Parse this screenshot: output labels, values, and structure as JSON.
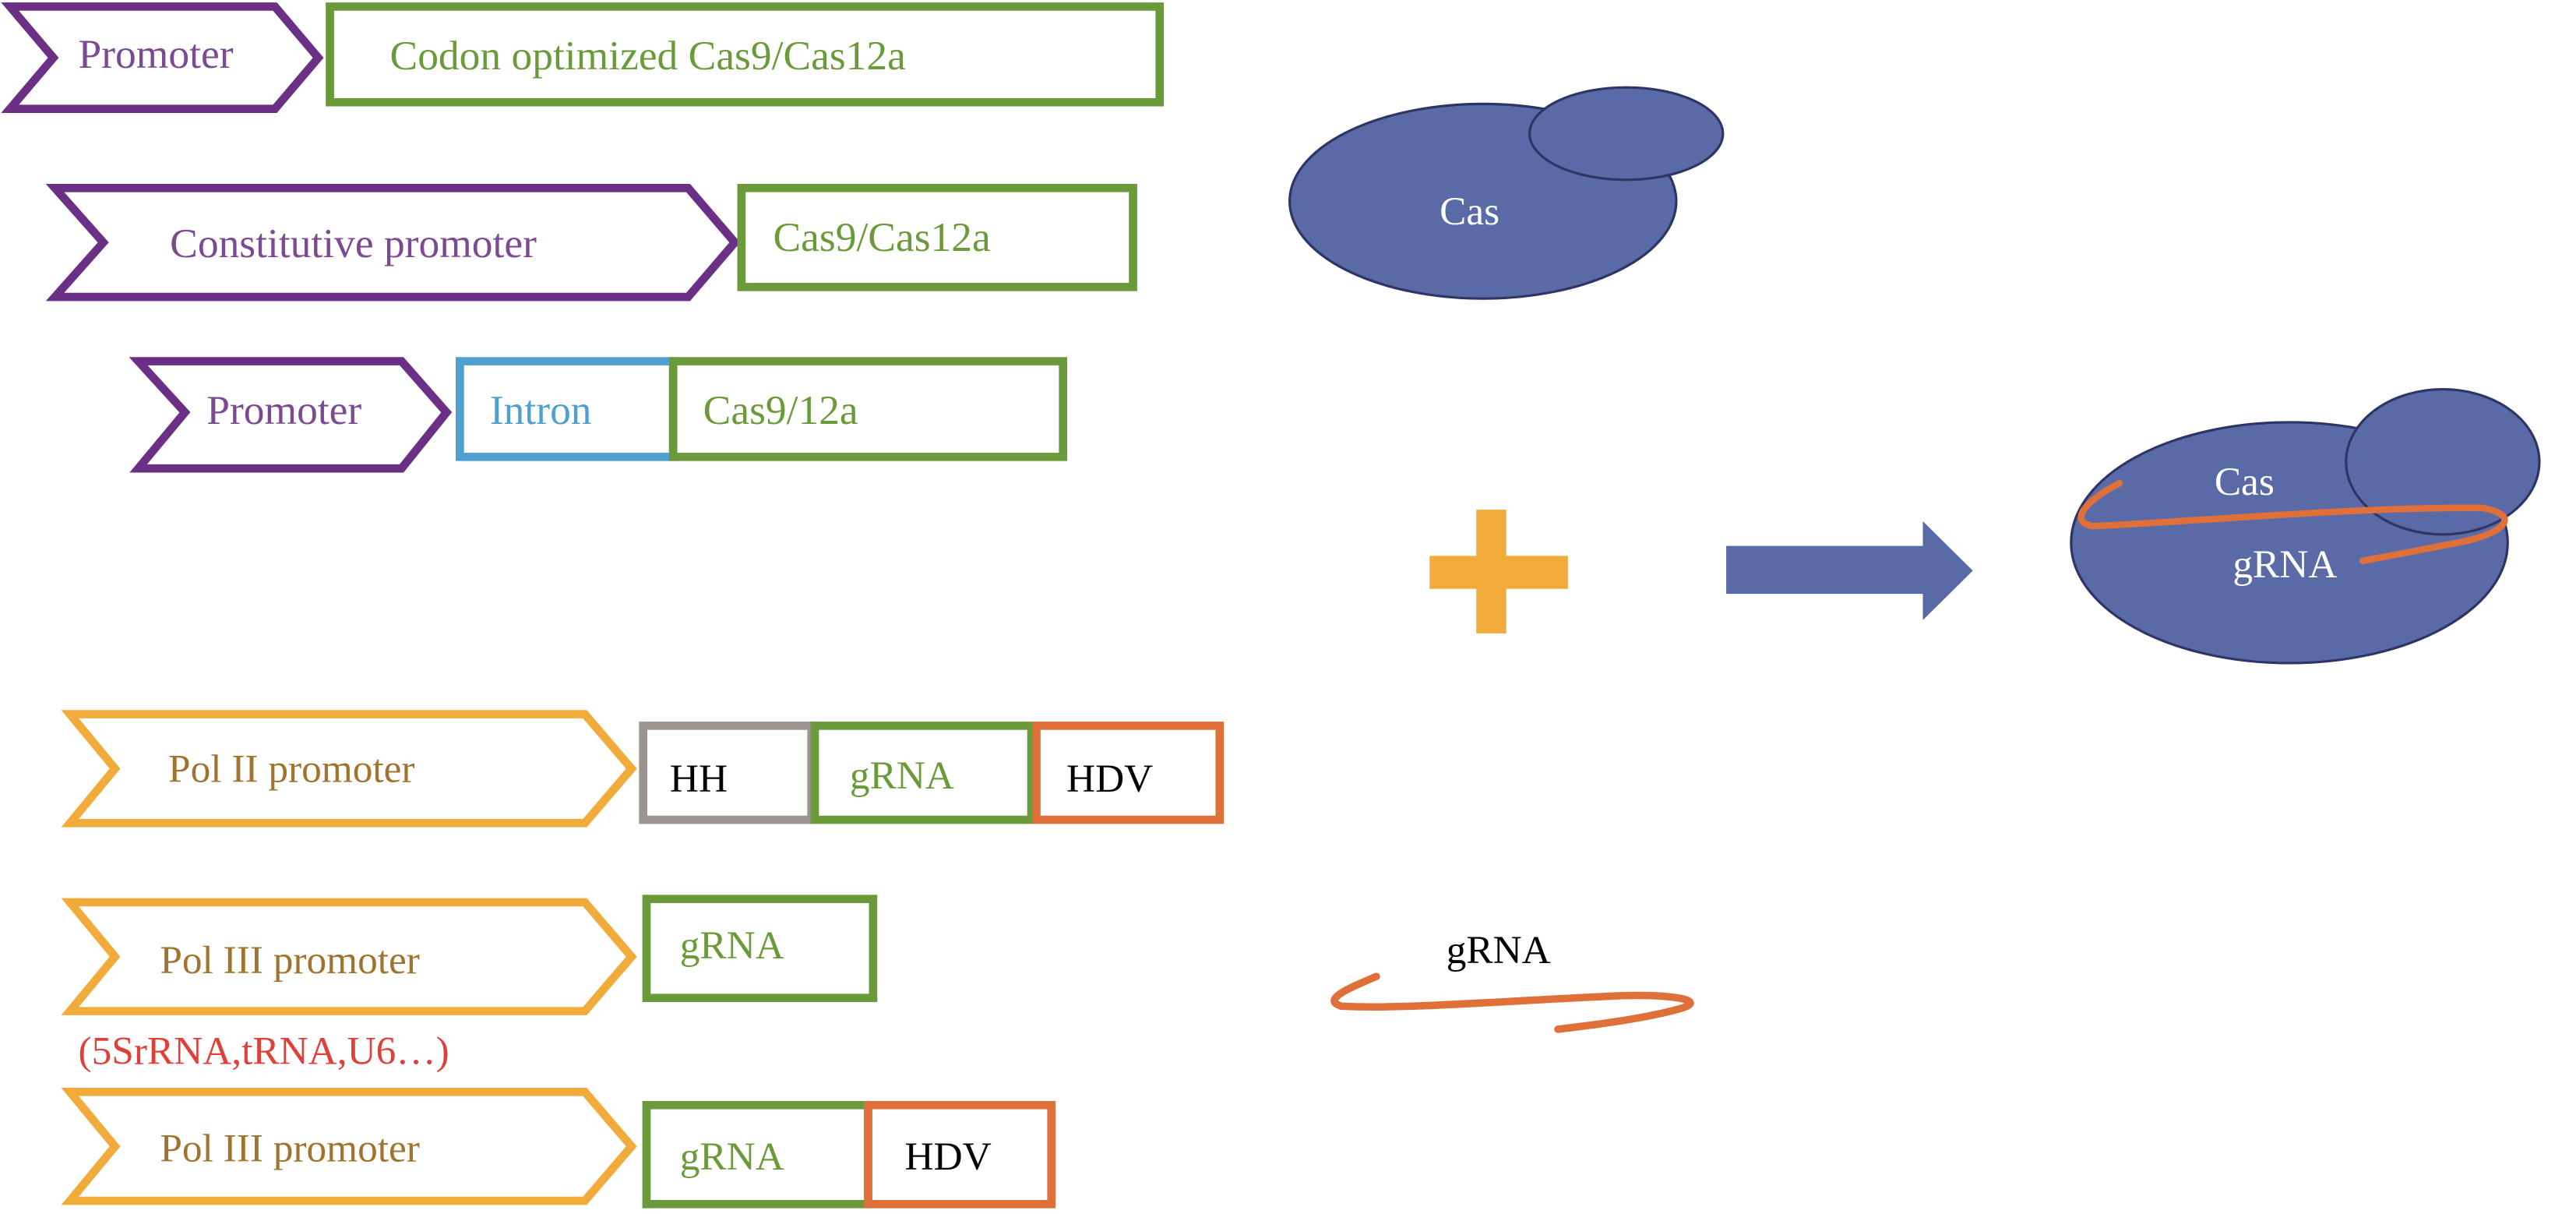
{
  "colors": {
    "purple": "#6b2f86",
    "purple_text": "#7b4a92",
    "green": "#6b9a3a",
    "blue": "#4f9fd0",
    "orange": "#f0ab3a",
    "orange_text": "#a0742e",
    "gray": "#9c9490",
    "red_orange": "#e0703a",
    "red_text": "#e0403a",
    "protein": "#5a6aa6",
    "black": "#000000"
  },
  "cas_constructs": [
    {
      "promoter": "Promoter",
      "parts": [
        "Codon optimized Cas9/Cas12a"
      ]
    },
    {
      "promoter": "Constitutive promoter",
      "parts": [
        "Cas9/Cas12a"
      ]
    },
    {
      "promoter": "Promoter",
      "parts": [
        "Intron",
        "Cas9/12a"
      ]
    }
  ],
  "grna_constructs": [
    {
      "promoter": "Pol II promoter",
      "parts": [
        "HH",
        "gRNA",
        "HDV"
      ]
    },
    {
      "promoter": "Pol III promoter",
      "parts": [
        "gRNA"
      ],
      "note": "(5SrRNA,tRNA,U6…)"
    },
    {
      "promoter": "Pol III promoter",
      "parts": [
        "gRNA",
        "HDV"
      ]
    }
  ],
  "right_panel": {
    "cas_protein_label": "Cas",
    "grna_label": "gRNA",
    "complex_cas_label": "Cas",
    "complex_grna_label": "gRNA",
    "plus_symbol": "plus",
    "arrow_symbol": "right-arrow"
  }
}
